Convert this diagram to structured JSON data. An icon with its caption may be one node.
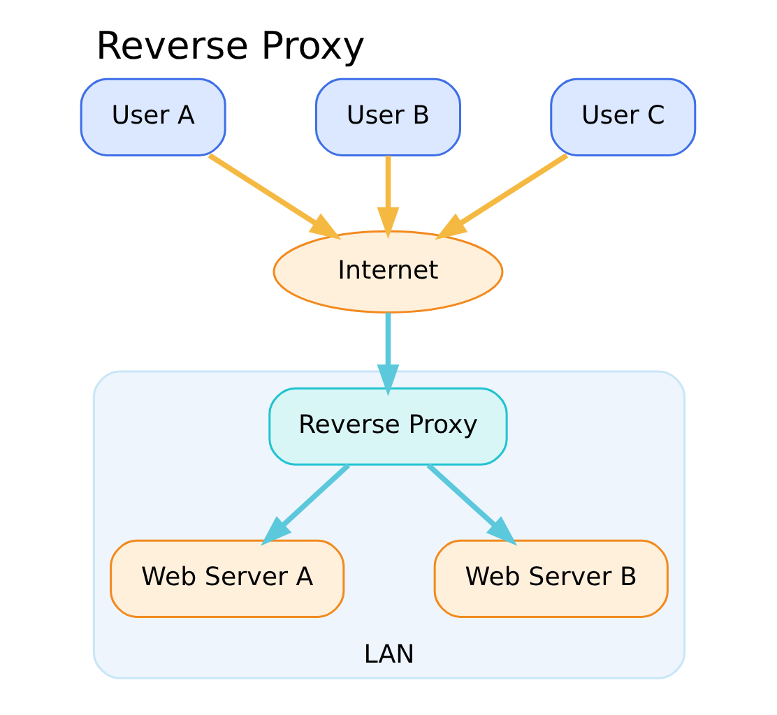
{
  "diagram": {
    "title": "Reverse Proxy",
    "nodes": [
      {
        "text": [
          "User A"
        ]
      },
      {
        "text": [
          "User B"
        ]
      },
      {
        "text": [
          "User C"
        ]
      },
      {
        "text": [
          "Internet"
        ]
      },
      {
        "text": [
          "LAN"
        ]
      },
      {
        "text": [
          "Reverse Proxy"
        ],
        "in": 4
      },
      {
        "text": [
          "Web Server A"
        ],
        "in": 4
      },
      {
        "text": [
          "Web Server B"
        ],
        "in": 4
      }
    ],
    "edges": [
      {
        "from": 0,
        "to": 3,
        "arrow": "to",
        "color": "#f5b942"
      },
      {
        "from": 1,
        "to": 3,
        "arrow": "to",
        "color": "#f5b942"
      },
      {
        "from": 2,
        "to": 3,
        "arrow": "to",
        "color": "#f5b942"
      },
      {
        "from": 3,
        "to": 5,
        "arrow": "to",
        "color": "#5bc8dc"
      },
      {
        "from": 5,
        "to": 6,
        "arrow": "to",
        "color": "#5bc8dc"
      },
      {
        "from": 5,
        "to": 7,
        "arrow": "to",
        "color": "#5bc8dc"
      }
    ]
  }
}
